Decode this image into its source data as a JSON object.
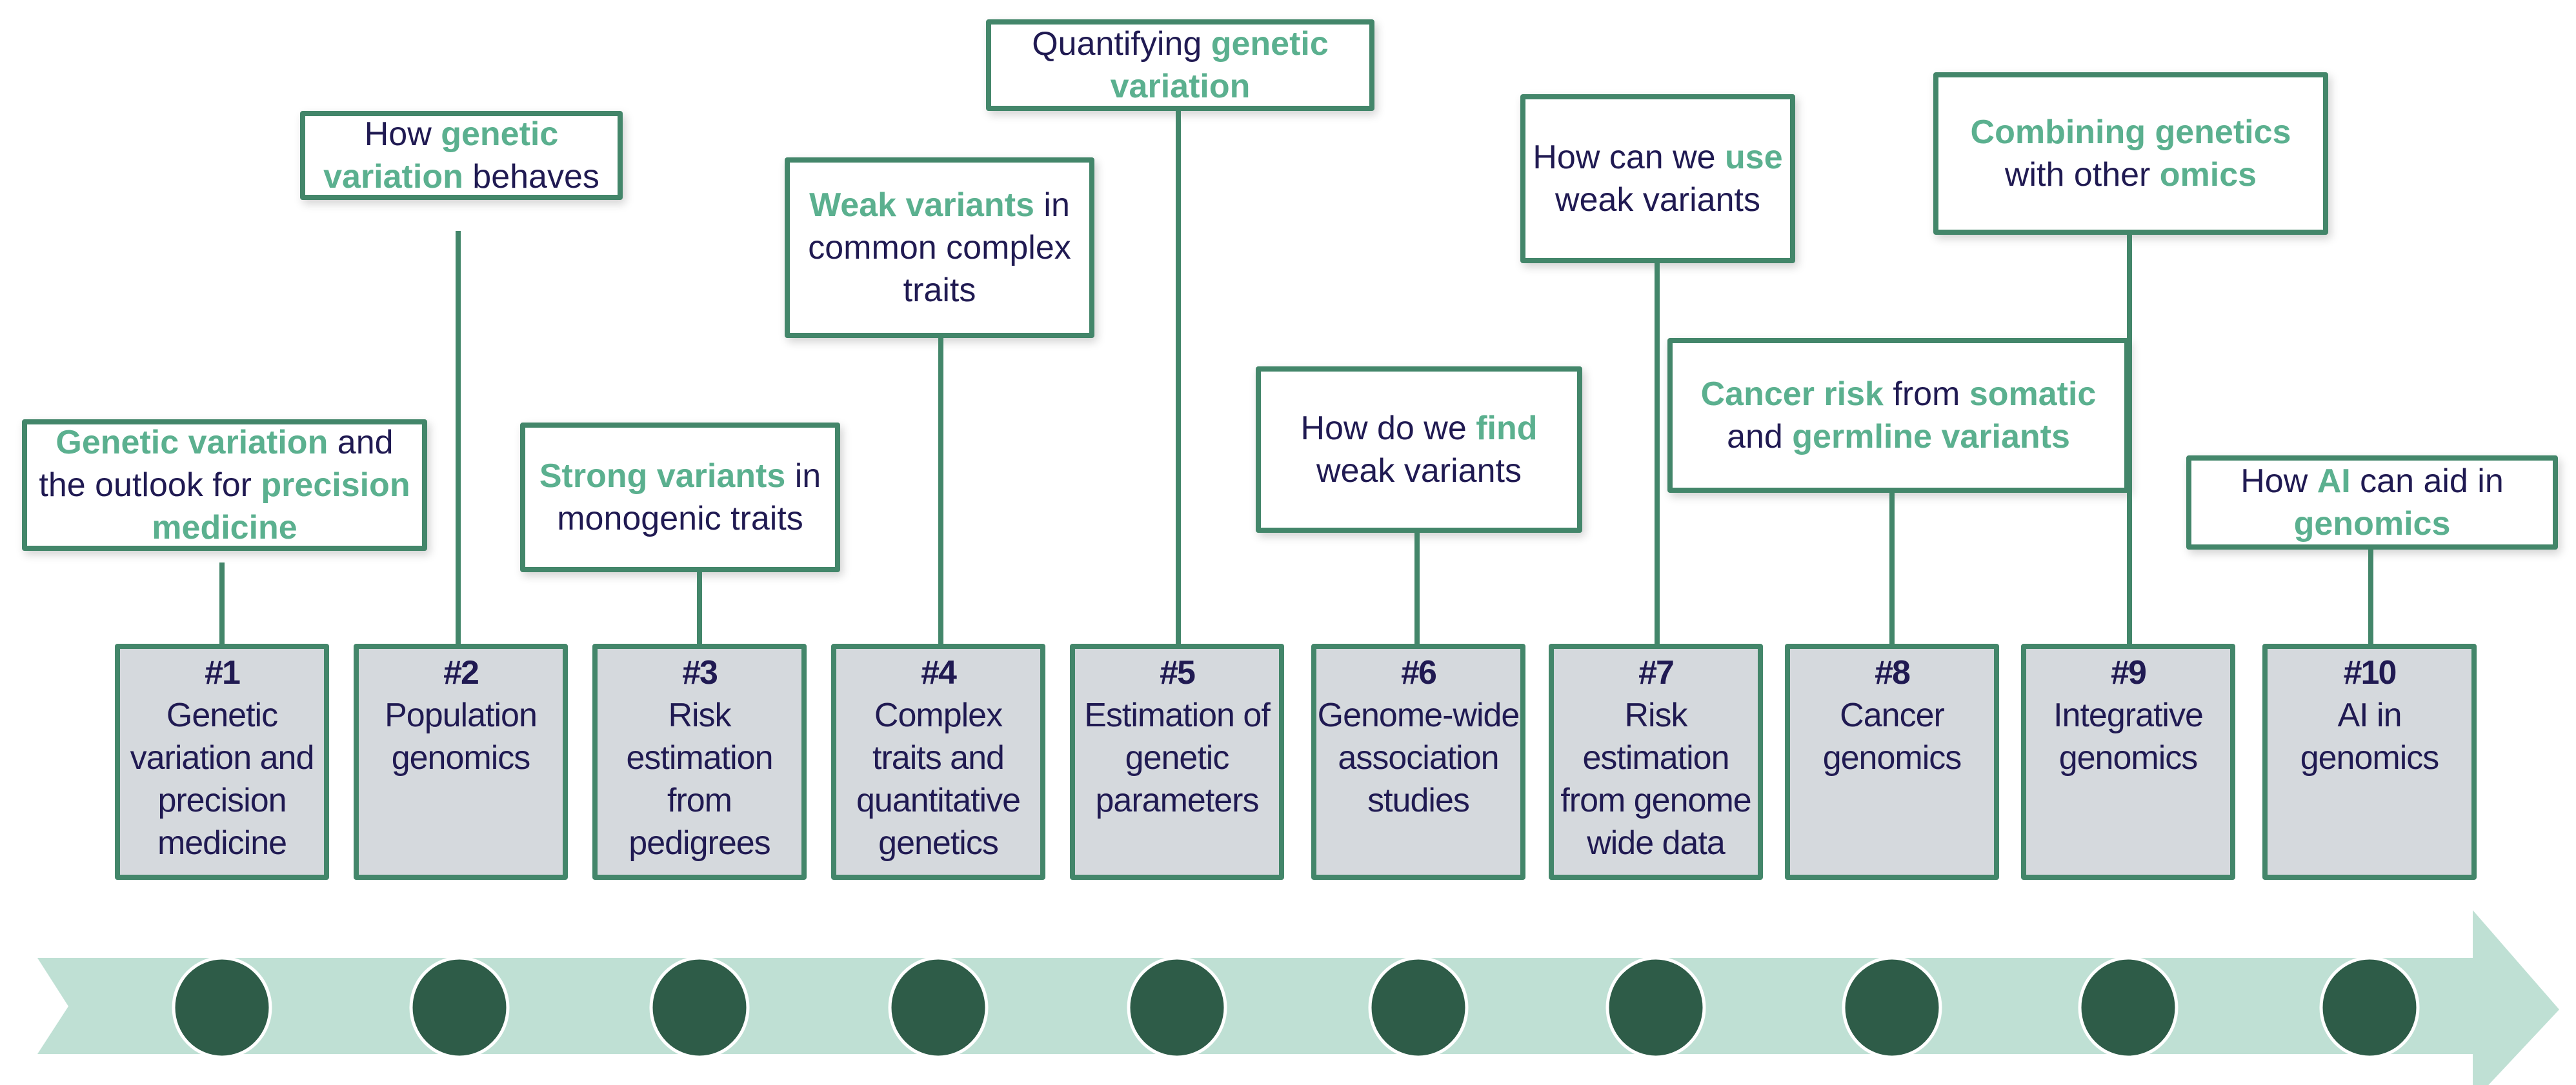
{
  "colors": {
    "accent_green": "#5bb08f",
    "border_green": "#43866a",
    "text_navy": "#201a52",
    "topic_fill": "#d5d9dd",
    "arrow_fill": "#bfe0d4",
    "marker_fill": "#2e5c48"
  },
  "topics": [
    {
      "number": "#1",
      "title": "Genetic variation and precision medicine"
    },
    {
      "number": "#2",
      "title": "Population genomics"
    },
    {
      "number": "#3",
      "title": "Risk estimation from pedigrees"
    },
    {
      "number": "#4",
      "title": "Complex traits and quantitative genetics"
    },
    {
      "number": "#5",
      "title": "Estimation of genetic parameters"
    },
    {
      "number": "#6",
      "title": "Genome-wide association studies"
    },
    {
      "number": "#7",
      "title": "Risk estimation from genome wide data"
    },
    {
      "number": "#8",
      "title": "Cancer genomics"
    },
    {
      "number": "#9",
      "title": "Integrative genomics"
    },
    {
      "number": "#10",
      "title": "AI in genomics"
    }
  ],
  "callouts": [
    {
      "segments": [
        {
          "text": "Genetic variation",
          "hl": true
        },
        {
          "text": " and the outlook for ",
          "hl": false
        },
        {
          "text": "precision medicine",
          "hl": true
        }
      ]
    },
    {
      "segments": [
        {
          "text": "How ",
          "hl": false
        },
        {
          "text": "genetic variation",
          "hl": true
        },
        {
          "text": " behaves",
          "hl": false
        }
      ]
    },
    {
      "segments": [
        {
          "text": "Strong variants",
          "hl": true
        },
        {
          "text": " in monogenic traits",
          "hl": false
        }
      ]
    },
    {
      "segments": [
        {
          "text": "Weak variants",
          "hl": true
        },
        {
          "text": " in common complex traits",
          "hl": false
        }
      ]
    },
    {
      "segments": [
        {
          "text": "Quantifying ",
          "hl": false
        },
        {
          "text": "genetic variation",
          "hl": true
        }
      ]
    },
    {
      "segments": [
        {
          "text": "How do we ",
          "hl": false
        },
        {
          "text": "find",
          "hl": true
        },
        {
          "text": " weak variants",
          "hl": false
        }
      ]
    },
    {
      "segments": [
        {
          "text": "How can we ",
          "hl": false
        },
        {
          "text": "use",
          "hl": true
        },
        {
          "text": " weak variants",
          "hl": false
        }
      ]
    },
    {
      "segments": [
        {
          "text": "Cancer risk",
          "hl": true
        },
        {
          "text": " from ",
          "hl": false
        },
        {
          "text": "somatic",
          "hl": true
        },
        {
          "text": " and ",
          "hl": false
        },
        {
          "text": "germline variants",
          "hl": true
        }
      ]
    },
    {
      "segments": [
        {
          "text": "Combining genetics",
          "hl": true
        },
        {
          "text": " with other ",
          "hl": false
        },
        {
          "text": "omics",
          "hl": true
        }
      ]
    },
    {
      "segments": [
        {
          "text": "How ",
          "hl": false
        },
        {
          "text": "AI",
          "hl": true
        },
        {
          "text": " can aid in ",
          "hl": false
        },
        {
          "text": "genomics",
          "hl": true
        }
      ]
    }
  ]
}
